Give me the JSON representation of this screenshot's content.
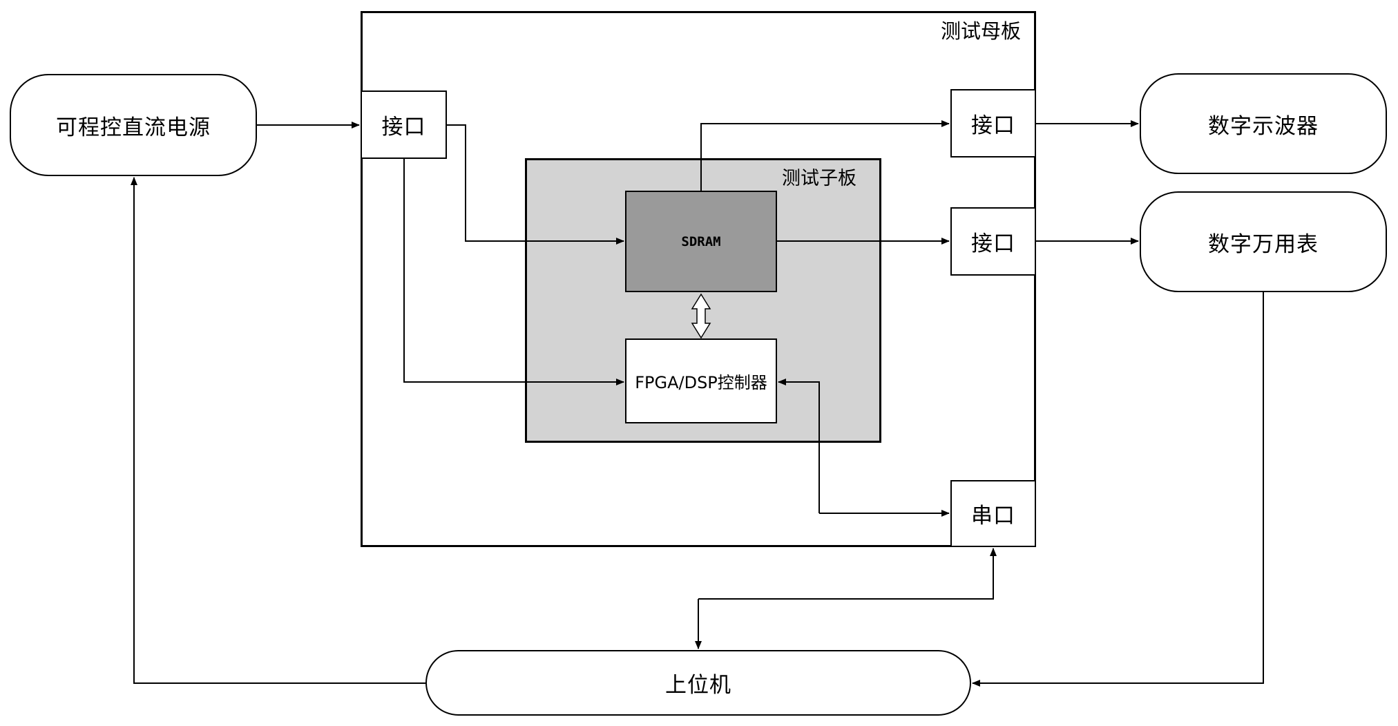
{
  "mother_board": {
    "title": "测试母板"
  },
  "sub_board": {
    "title": "测试子板"
  },
  "sdram": {
    "label": "SDRAM"
  },
  "controller": {
    "label": "FPGA/DSP控制器"
  },
  "power_supply": {
    "label": "可程控直流电源"
  },
  "oscilloscope": {
    "label": "数字示波器"
  },
  "multimeter": {
    "label": "数字万用表"
  },
  "host": {
    "label": "上位机"
  },
  "ports": {
    "left_interface": "接口",
    "right_interface_top": "接口",
    "right_interface_mid": "接口",
    "serial": "串口"
  }
}
